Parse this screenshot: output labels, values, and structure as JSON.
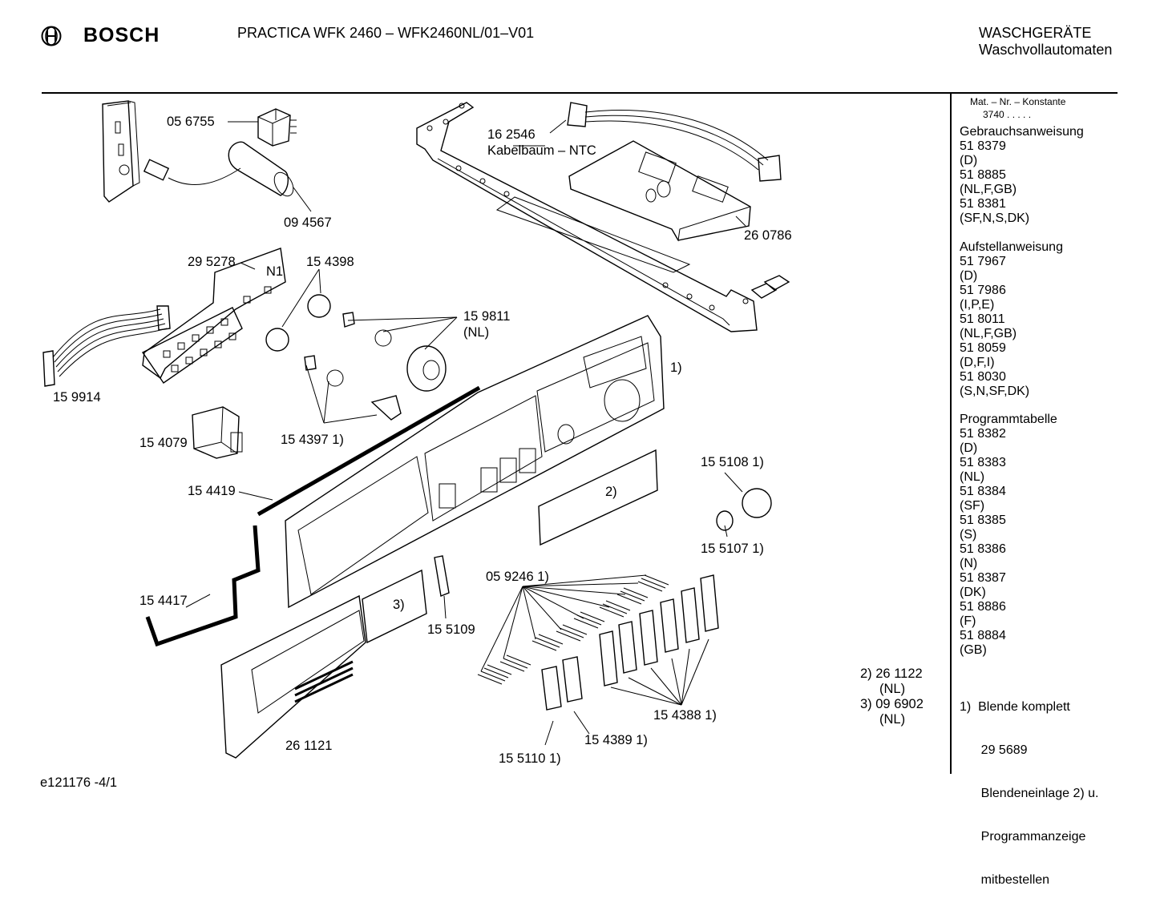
{
  "header": {
    "brand": "BOSCH",
    "model": "PRACTICA WFK 2460 – WFK2460NL/01–V01",
    "category_line1": "WASCHGERÄTE",
    "category_line2": "Waschvollautomaten"
  },
  "parts": [
    {
      "id": "p1",
      "label": "05 6755"
    },
    {
      "id": "p2",
      "label": "09 4567"
    },
    {
      "id": "p3",
      "label": "16 2546"
    },
    {
      "id": "p4",
      "label": "Kabelbaum – NTC"
    },
    {
      "id": "p5",
      "label": "26 0786"
    },
    {
      "id": "p6",
      "label": "29 5278"
    },
    {
      "id": "p7",
      "label": "N1"
    },
    {
      "id": "p8",
      "label": "15 4398"
    },
    {
      "id": "p9",
      "label": "15 9811"
    },
    {
      "id": "p10",
      "label": "(NL)"
    },
    {
      "id": "p11",
      "label": "15 9914"
    },
    {
      "id": "p12",
      "label": "1)"
    },
    {
      "id": "p13",
      "label": "15 4079"
    },
    {
      "id": "p14",
      "label": "15 4397 1)"
    },
    {
      "id": "p15",
      "label": "15 5108 1)"
    },
    {
      "id": "p16",
      "label": "15 4419"
    },
    {
      "id": "p17",
      "label": "2)"
    },
    {
      "id": "p18",
      "label": "15 5107 1)"
    },
    {
      "id": "p19",
      "label": "05 9246 1)"
    },
    {
      "id": "p20",
      "label": "15 4417"
    },
    {
      "id": "p21",
      "label": "3)"
    },
    {
      "id": "p22",
      "label": "15 5109"
    },
    {
      "id": "p23",
      "label": "15 4388 1)"
    },
    {
      "id": "p24",
      "label": "26 1121"
    },
    {
      "id": "p25",
      "label": "15 4389 1)"
    },
    {
      "id": "p26",
      "label": "15 5110 1)"
    }
  ],
  "notes": {
    "n2_ref": "2) 26 1122",
    "n2_var": "(NL)",
    "n3_ref": "3) 09 6902",
    "n3_var": "(NL)"
  },
  "sidebar": {
    "mat_title": "Mat. – Nr. – Konstante",
    "mat_value": "3740  .  .  .  .  .",
    "sections": [
      {
        "title": "Gebrauchsanweisung",
        "items": [
          "51 8379",
          "(D)",
          "51 8885",
          "(NL,F,GB)",
          "51 8381",
          "(SF,N,S,DK)"
        ]
      },
      {
        "title": "Aufstellanweisung",
        "items": [
          "51 7967",
          "(D)",
          "51 7986",
          "(I,P,E)",
          "51 8011",
          "(NL,F,GB)",
          "51 8059",
          "(D,F,I)",
          "51 8030",
          "(S,N,SF,DK)"
        ]
      },
      {
        "title": "Programmtabelle",
        "items": [
          "51 8382",
          "(D)",
          "51 8383",
          "(NL)",
          "51 8384",
          "(SF)",
          "51 8385",
          "(S)",
          "51 8386",
          "(N)",
          "51 8387",
          "(DK)",
          "51 8886",
          "(F)",
          "51 8884",
          "(GB)"
        ]
      }
    ],
    "footnote": [
      "1)  Blende komplett",
      "      29 5689",
      "      Blendeneinlage 2) u.",
      "      Programmanzeige",
      "      mitbestellen"
    ]
  },
  "footer": {
    "code": "e121176 -4/1"
  }
}
